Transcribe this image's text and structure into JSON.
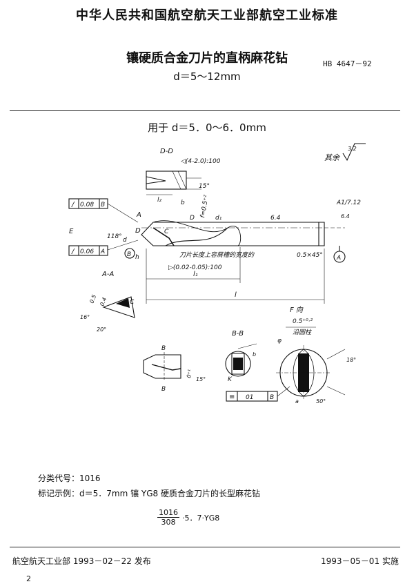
{
  "header": {
    "org_standard": "中华人民共和国航空航天工业部航空工业标准",
    "title": "镶硬质合金刀片的直柄麻花钻",
    "standard_no": "HB 4647－92",
    "subtitle": "d＝5～12mm"
  },
  "use_for": "用于 d＝5．0～6．0mm",
  "drawing": {
    "section_dd": "D-D",
    "dd_tol": "◁(4-2.0):100",
    "angle_15": "15°",
    "dim_lc": "l₂",
    "dim_b": "b",
    "fcf_top": [
      "/",
      "0.08",
      "B"
    ],
    "fcf_bottom": [
      "/",
      "0.06",
      "A"
    ],
    "datum_E": "E",
    "angle_118": "118°",
    "dim_d": "d",
    "label_D": "D",
    "label_A": "A",
    "datum_B": "B",
    "label_h": "h",
    "label_C": "C",
    "dim_f": "f=0.5⁺²",
    "dim_d1": "d₁",
    "label_D_right": "D",
    "shank_note": "A1/7.12",
    "rough_64": "6.4",
    "callout_1": "刀片长度上容屑槽的宽度的",
    "callout_2": "▷(0.02-0.05):100",
    "chamfer": "0.5×45°",
    "datum_A": "A",
    "dim_l1": "l₁",
    "dim_l": "l",
    "surface_rest": "其余",
    "surface_val": "3.2",
    "section_aa": "A-A",
    "aa_dims": [
      "0.5",
      "0.4",
      "16°",
      "20°"
    ],
    "f_view": "F 向",
    "f_view_tol": "0.5⁺⁰·²",
    "f_view_note": "沿圆柱",
    "angle_18": "18°",
    "angle_50": "50°",
    "dim_phi": "φ",
    "dim_a": "a",
    "section_bb": "B-B",
    "bb_k": "K",
    "bb_b": "b",
    "fcf_right": [
      "≡",
      "01",
      "B"
    ],
    "view_b_top": "B",
    "view_b_bot": "B",
    "view_b_tol": "0⁺¹",
    "angle_15_small": "15°"
  },
  "meta": {
    "class_code": "分类代号：1016",
    "example": "标记示例：d＝5．7mm 镶 YG8 硬质合金刀片的长型麻花钻",
    "frac_num": "1016",
    "frac_den": "308",
    "frac_rest": "·5．7·YG8"
  },
  "footer": {
    "issued": "航空航天工业部 1993－02－22 发布",
    "effective": "1993－05－01 实施",
    "page": "2"
  }
}
